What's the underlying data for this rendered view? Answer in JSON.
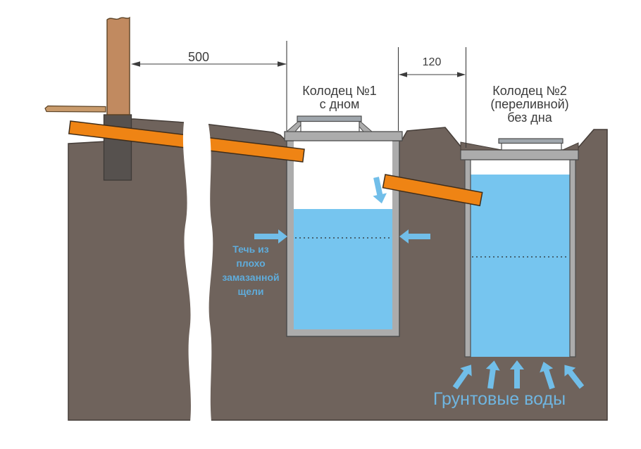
{
  "diagram": {
    "dim_500": "500",
    "dim_120": "120",
    "well1_label": [
      "Колодец №1",
      "с дном"
    ],
    "well2_label": [
      "Колодец №2",
      "(переливной)",
      "без дна"
    ],
    "leak_label": [
      "Течь из",
      "плохо",
      "замазанной",
      "щели"
    ],
    "groundwater_label": "Грунтовые воды",
    "icons": {
      "inflow_arrow": "down-arrow",
      "leak_arrows": "horizontal-arrows",
      "groundwater_arrows": "up-arrows"
    },
    "colors": {
      "soil": "#6F635C",
      "soil_outline": "#453D38",
      "water": "#76C5EF",
      "pipe_orange": "#EF8414",
      "arrow_blue": "#71BEE9",
      "leak_text_blue": "#5FACDB",
      "groundwater_text_blue": "#6FB5E0",
      "wall_gray": "#ACACAC",
      "lid_gray": "#9FA6AC",
      "post_brown": "#C18A60",
      "plank_brown": "#C99B6C",
      "footing_gray": "#56514E",
      "dimension_gray": "#3C3C3C"
    }
  }
}
